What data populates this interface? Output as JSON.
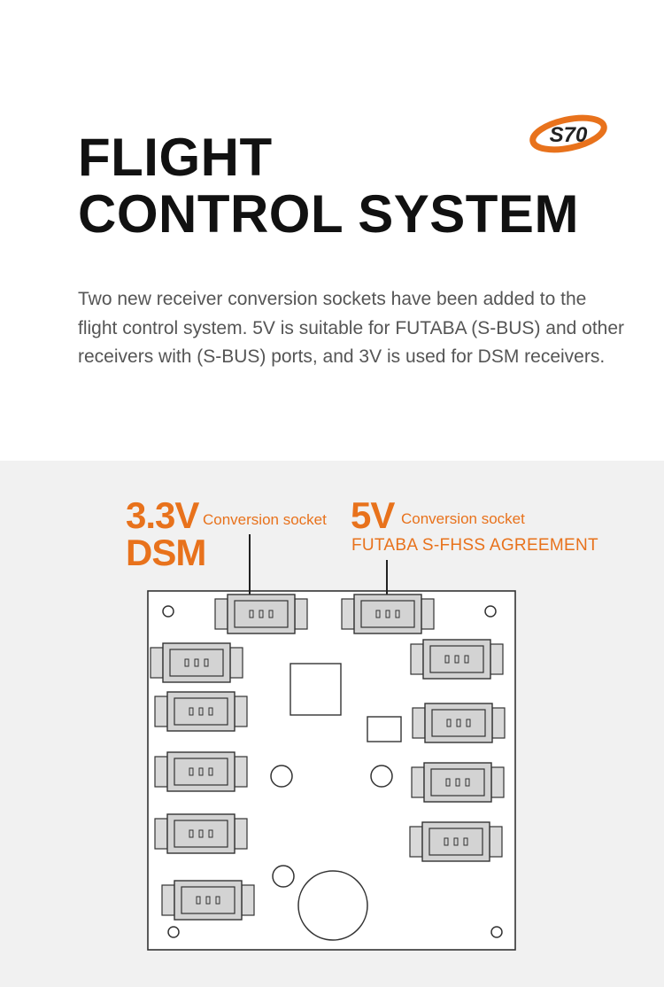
{
  "heading": {
    "line1": "FLIGHT",
    "line2": "CONTROL SYSTEM"
  },
  "logo": {
    "text": "S70",
    "color": "#e8721c"
  },
  "description": "Two new receiver conversion sockets have been added to the flight control system. 5V is suitable for FUTABA (S-BUS) and other receivers with (S-BUS) ports, and 3V is used for DSM receivers.",
  "labels": {
    "left_voltage": "3.3V",
    "left_caption": "Conversion socket",
    "left_protocol": "DSM",
    "right_voltage": "5V",
    "right_caption": "Conversion socket",
    "right_protocol": "FUTABA S-FHSS AGREEMENT"
  },
  "colors": {
    "accent": "#e8721c",
    "heading": "#111111",
    "body_text": "#555555",
    "panel_bg": "#f1f1f1",
    "connector_fill": "#d6d6d6",
    "line": "#333333"
  }
}
